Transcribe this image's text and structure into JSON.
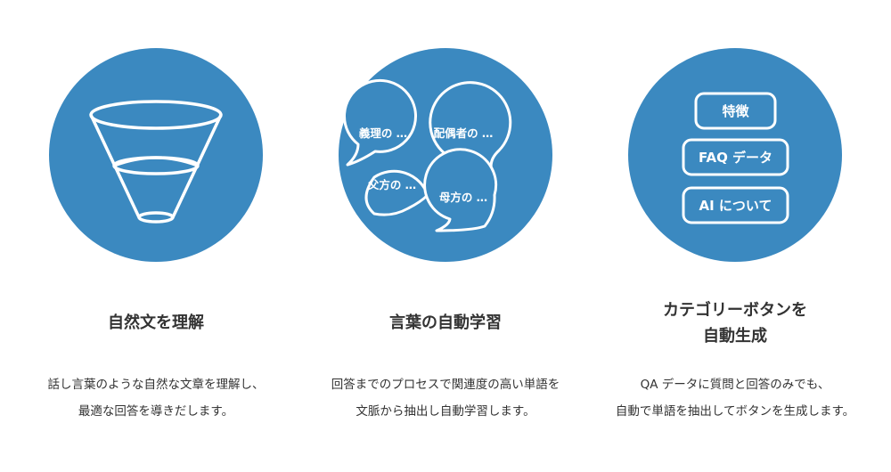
{
  "colors": {
    "circle": "#3b89c0",
    "line": "#ffffff",
    "text": "#333333"
  },
  "features": [
    {
      "icon": "funnel-icon",
      "title": "自然文を理解",
      "description": "話し言葉のような自然な文章を理解し、\n最適な回答を導きだします。"
    },
    {
      "icon": "speech-bubbles-icon",
      "title": "言葉の自動学習",
      "description": "回答までのプロセスで関連度の高い単語を\n文脈から抽出し自動学習します。",
      "bubbles": [
        "義理の …",
        "配偶者の …",
        "父方の …",
        "母方の …"
      ]
    },
    {
      "icon": "category-buttons-icon",
      "title": "カテゴリーボタンを\n自動生成",
      "description": "QA データに質問と回答のみでも、\n自動で単語を抽出してボタンを生成します。",
      "buttons": [
        "特徴",
        "FAQ データ",
        "AI について"
      ]
    }
  ]
}
